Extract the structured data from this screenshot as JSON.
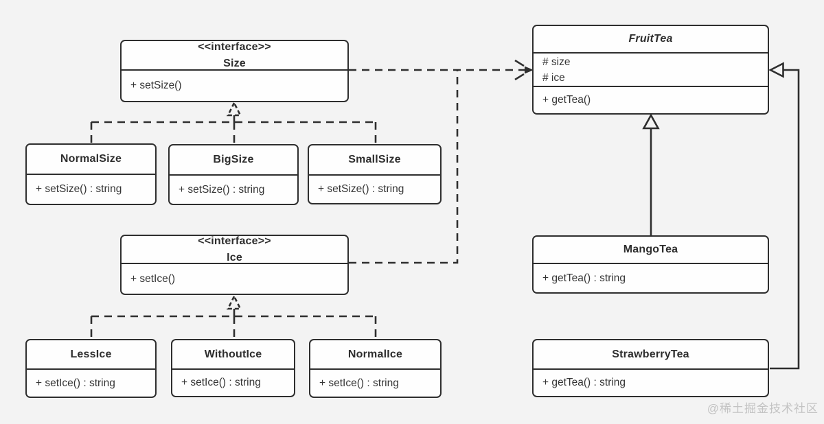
{
  "colors": {
    "background": "#f3f3f3",
    "box_fill": "#fefefe",
    "line": "#2e2e2e",
    "text": "#353535",
    "watermark": "#c3c3c3"
  },
  "watermark": "@稀土掘金技术社区",
  "classes": {
    "size": {
      "stereotype": "<<interface>>",
      "name": "Size",
      "method": "+ setSize()"
    },
    "normal_size": {
      "name": "NormalSize",
      "method": "+ setSize() : string"
    },
    "big_size": {
      "name": "BigSize",
      "method": "+ setSize() : string"
    },
    "small_size": {
      "name": "SmallSize",
      "method": "+ setSize() : string"
    },
    "ice": {
      "stereotype": "<<interface>>",
      "name": "Ice",
      "method": "+ setIce()"
    },
    "less_ice": {
      "name": "LessIce",
      "method": "+ setIce() : string"
    },
    "without_ice": {
      "name": "WithoutIce",
      "method": "+ setIce() : string"
    },
    "normal_ice": {
      "name": "NormalIce",
      "method": "+ setIce() : string"
    },
    "fruit_tea": {
      "name": "FruitTea",
      "attr1": "# size",
      "attr2": "# ice",
      "method": "+ getTea()"
    },
    "mango_tea": {
      "name": "MangoTea",
      "method": "+ getTea() : string"
    },
    "strawberry_tea": {
      "name": "StrawberryTea",
      "method": "+ getTea() : string"
    }
  }
}
